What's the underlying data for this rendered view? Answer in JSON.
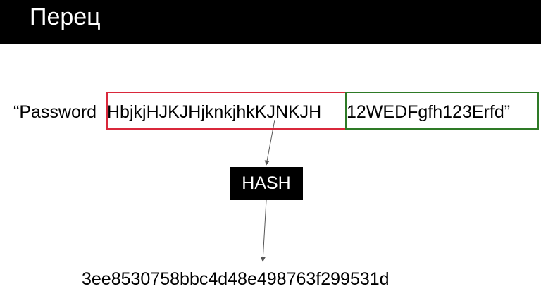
{
  "slide": {
    "title": "Перец"
  },
  "password_line": {
    "opening": "“Password",
    "salt": "HbjkjHJKJHjknkjhkKJNKJH",
    "pepper": "12WEDFgfh123Erfd”"
  },
  "hash": {
    "label": "HASH",
    "output": "3ee8530758bbc4d48e498763f299531d"
  },
  "colors": {
    "salt_outline": "#d9283b",
    "pepper_outline": "#2e7a26",
    "title_bar": "#000000",
    "arrow": "#555555"
  }
}
